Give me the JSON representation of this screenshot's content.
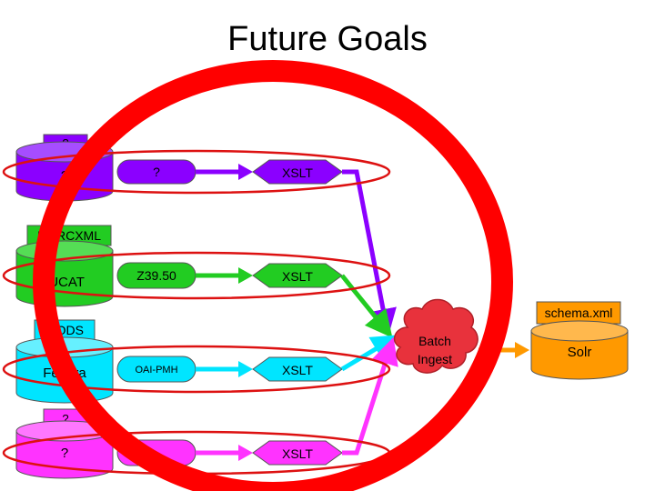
{
  "slide": {
    "title": "Future Goals"
  },
  "rows": [
    {
      "tag": "?",
      "source": "?",
      "access": "?",
      "transform": "XSLT"
    },
    {
      "tag": "MARCXML",
      "source": "IUCAT",
      "access": "Z39.50",
      "transform": "XSLT"
    },
    {
      "tag": "MODS",
      "source": "Fedora",
      "access": "OAI-PMH",
      "transform": "XSLT"
    },
    {
      "tag": "?",
      "source": "?",
      "access": "",
      "transform": "XSLT"
    }
  ],
  "batch": {
    "label_line1": "Batch",
    "label_line2": "Ingest"
  },
  "solr": {
    "label": "Solr",
    "schema_label": "schema.xml"
  },
  "colors": {
    "purple": "#8B00FF",
    "green": "#22CC22",
    "cyan": "#00E5FF",
    "magenta": "#FF33FF",
    "batch_red": "#E8323C",
    "solr_orange": "#FF9900",
    "loop_red": "#FF0000"
  }
}
